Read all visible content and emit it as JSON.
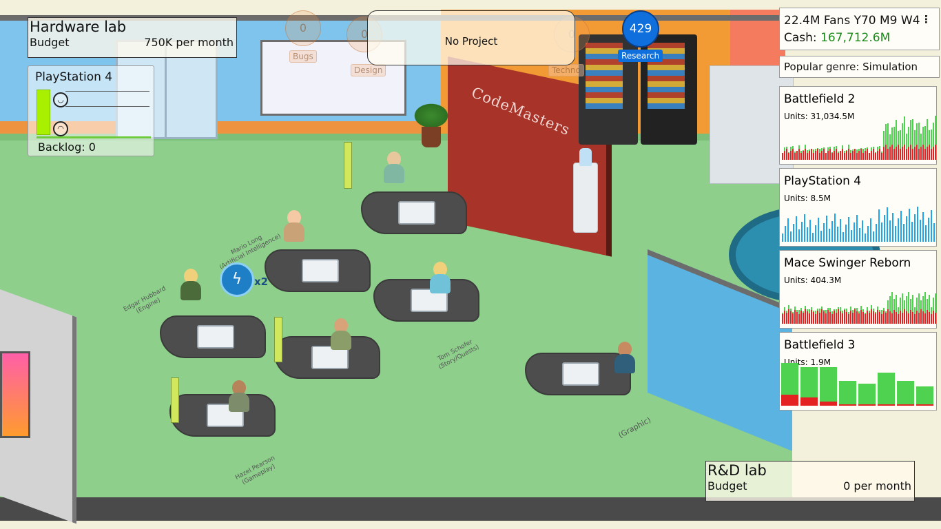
{
  "hardware_lab": {
    "title": "Hardware lab",
    "budget_label": "Budget",
    "budget_value": "750K per month"
  },
  "console_card": {
    "name": "PlayStation 4",
    "backlog": "Backlog: 0"
  },
  "project": {
    "status": "No Project"
  },
  "faded_bubbles": [
    {
      "value": "0",
      "label": "Bugs"
    },
    {
      "value": "0",
      "label": "Design"
    },
    {
      "value": "0",
      "label": "Techno"
    }
  ],
  "research": {
    "points": "429",
    "label": "Research"
  },
  "boost": {
    "multiplier": "x2"
  },
  "scene": {
    "company": "CodeMasters"
  },
  "status": {
    "fans_line": "22.4M Fans Y70 M9 W4",
    "cash_label": "Cash: ",
    "cash_value": "167,712.6M",
    "menu_icon": "⋮"
  },
  "popular_genre": "Popular genre: Simulation",
  "staff": [
    {
      "name": "Mario Long",
      "role": "(Artificial Intelligence)"
    },
    {
      "name": "Edgar Hubbard",
      "role": "(Engine)"
    },
    {
      "name": "Tom Schofer",
      "role": "(Story/Quests)"
    },
    {
      "name": "Hazel Pearson",
      "role": "(Gameplay)"
    },
    {
      "name": "",
      "role": "(Graphic)"
    }
  ],
  "sales_cards": [
    {
      "name": "Battlefield 2",
      "units": "Units: 31,034.5M"
    },
    {
      "name": "PlayStation 4",
      "units": "Units: 8.5M"
    },
    {
      "name": "Mace Swinger Reborn",
      "units": "Units: 404.3M"
    },
    {
      "name": "Battlefield 3",
      "units": "Units: 1.9M"
    }
  ],
  "rd_lab": {
    "title": "R&D lab",
    "budget_label": "Budget",
    "budget_value": "0 per month"
  },
  "colors": {
    "sales_green": "#4fd24f",
    "sales_red": "#e52222",
    "console_blue": "#1aa7f0",
    "cash_green": "#1b8a1b",
    "research_blue": "#0f6fdc"
  }
}
